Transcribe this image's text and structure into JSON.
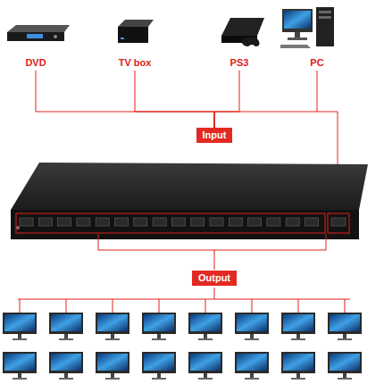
{
  "diagram": {
    "nodes": [
      {
        "text": [
          "DVD"
        ]
      },
      {
        "text": [
          "TV box"
        ]
      },
      {
        "text": [
          "PS3"
        ]
      },
      {
        "text": [
          "PC"
        ]
      },
      {
        "text": [
          "Input"
        ]
      },
      {
        "text": [
          "Output"
        ]
      }
    ],
    "edges": [
      {
        "from": 0,
        "to": 4,
        "arrow": "none"
      },
      {
        "from": 1,
        "to": 4,
        "arrow": "none"
      },
      {
        "from": 2,
        "to": 4,
        "arrow": "none"
      },
      {
        "from": 3,
        "to": 4,
        "arrow": "none"
      }
    ]
  }
}
